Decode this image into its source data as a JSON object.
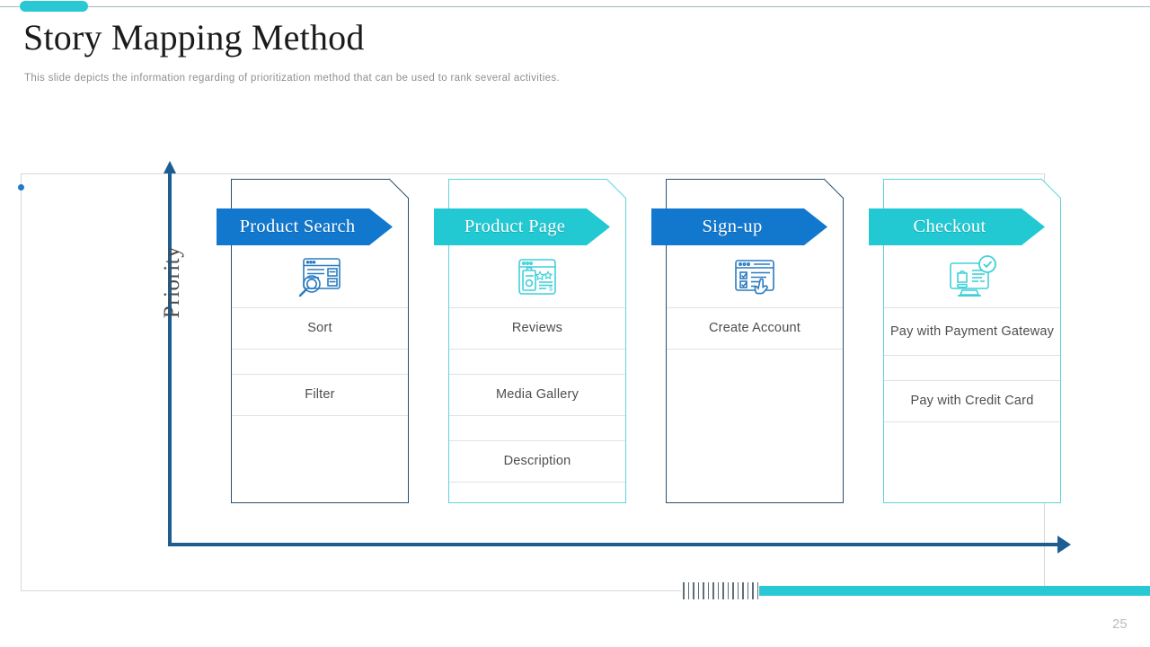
{
  "header": {
    "title": "Story Mapping Method",
    "subtitle": "This slide depicts the information  regarding of prioritization method that can be used to rank several  activities."
  },
  "axes": {
    "y_label": "Priority"
  },
  "page_number": "25",
  "colors": {
    "blue": "#1278ce",
    "teal": "#22c9d3",
    "axis": "#1d5e92",
    "card_border_blue": "#2a4f6e",
    "card_border_teal": "#5fd4dd",
    "divider": "#dfe2e4",
    "text": "#4d4d4d",
    "page_number": "#bdbdbd"
  },
  "cards": [
    {
      "title": "Product Search",
      "accent": "blue",
      "icon": "browser-search-icon",
      "items": [
        "Sort",
        "Filter"
      ]
    },
    {
      "title": "Product Page",
      "accent": "teal",
      "icon": "product-page-icon",
      "items": [
        "Reviews",
        "Media Gallery",
        "Description"
      ]
    },
    {
      "title": "Sign-up",
      "accent": "blue",
      "icon": "form-checklist-cursor-icon",
      "items": [
        "Create Account"
      ]
    },
    {
      "title": "Checkout",
      "accent": "teal",
      "icon": "monitor-checkout-icon",
      "items": [
        "Pay with  Payment Gateway",
        "Pay with  Credit Card"
      ]
    }
  ]
}
